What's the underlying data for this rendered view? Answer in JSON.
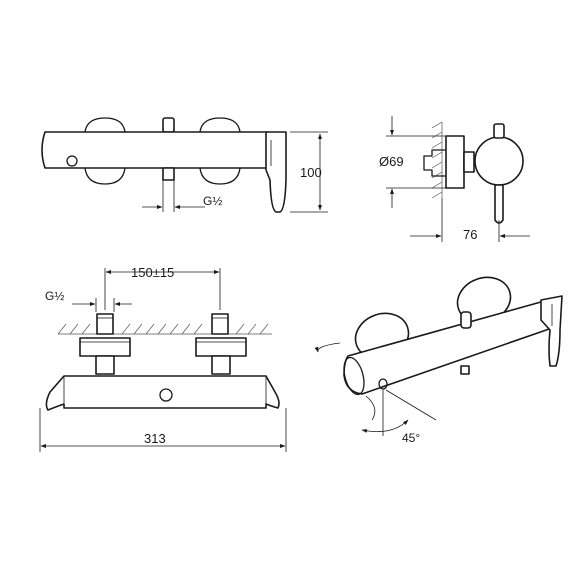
{
  "dimensions": {
    "height": "100",
    "thread_top": "G½",
    "diameter": "Ø69",
    "projection": "76",
    "spacing": "150±15",
    "thread_front": "G½",
    "length": "313",
    "angle": "45°"
  }
}
